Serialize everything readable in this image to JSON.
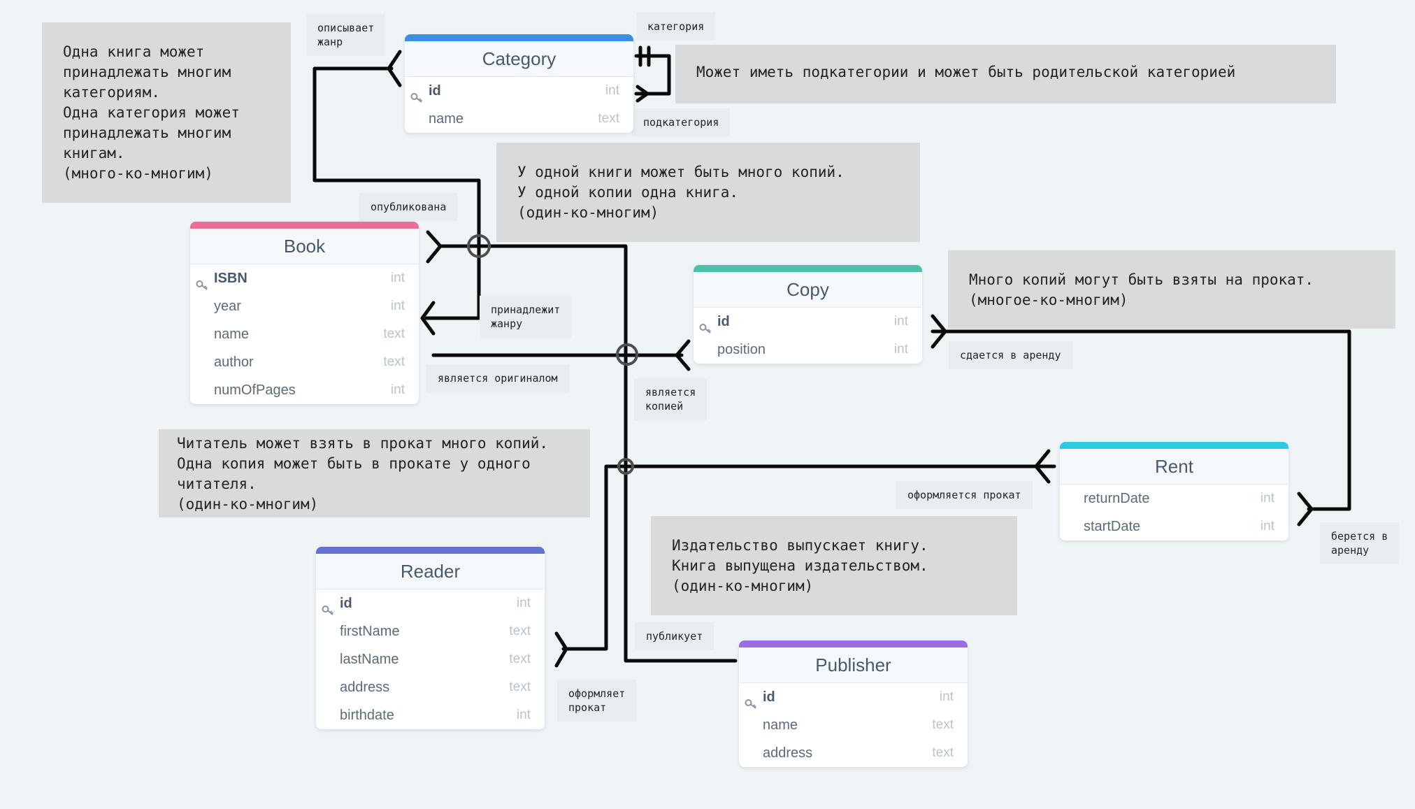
{
  "colors": {
    "category": "#3b8fdf",
    "book": "#ec6e97",
    "copy": "#4fbfa7",
    "rent": "#2ccbe0",
    "reader": "#6274cf",
    "publisher": "#9a6be2",
    "note_bg": "#d9dbdb",
    "line": "#0a0a0a"
  },
  "tables": {
    "category": {
      "name": "Category",
      "fields": [
        {
          "name": "id",
          "type": "int",
          "pk": true
        },
        {
          "name": "name",
          "type": "text",
          "pk": false
        }
      ]
    },
    "book": {
      "name": "Book",
      "fields": [
        {
          "name": "ISBN",
          "type": "int",
          "pk": true
        },
        {
          "name": "year",
          "type": "int",
          "pk": false
        },
        {
          "name": "name",
          "type": "text",
          "pk": false
        },
        {
          "name": "author",
          "type": "text",
          "pk": false
        },
        {
          "name": "numOfPages",
          "type": "int",
          "pk": false
        }
      ]
    },
    "copy": {
      "name": "Copy",
      "fields": [
        {
          "name": "id",
          "type": "int",
          "pk": true
        },
        {
          "name": "position",
          "type": "int",
          "pk": false
        }
      ]
    },
    "rent": {
      "name": "Rent",
      "fields": [
        {
          "name": "returnDate",
          "type": "int",
          "pk": false
        },
        {
          "name": "startDate",
          "type": "int",
          "pk": false
        }
      ]
    },
    "reader": {
      "name": "Reader",
      "fields": [
        {
          "name": "id",
          "type": "int",
          "pk": true
        },
        {
          "name": "firstName",
          "type": "text",
          "pk": false
        },
        {
          "name": "lastName",
          "type": "text",
          "pk": false
        },
        {
          "name": "address",
          "type": "text",
          "pk": false
        },
        {
          "name": "birthdate",
          "type": "int",
          "pk": false
        }
      ]
    },
    "publisher": {
      "name": "Publisher",
      "fields": [
        {
          "name": "id",
          "type": "int",
          "pk": true
        },
        {
          "name": "name",
          "type": "text",
          "pk": false
        },
        {
          "name": "address",
          "type": "text",
          "pk": false
        }
      ]
    }
  },
  "notes": {
    "book_category": "Одна книга может\nпринадлежать многим\nкатегориям.\nОдна категория может\nпринадлежать многим\nкнигам.\n(много-ко-многим)",
    "subcategory": "Может иметь подкатегории и может быть родительской категорией",
    "book_copy": "У одной книги может быть много копий.\nУ одной копии одна книга.\n(один-ко-многим)",
    "copy_rent": "Много копий могут быть взяты на прокат.\n(многое-ко-многим)",
    "reader_rent": "Читатель может взять в прокат много копий.\nОдна копия может быть в прокате у одного\nчитателя.\n(один-ко-многим)",
    "publisher_book": "Издательство выпускает книгу.\nКнига выпущена издательством.\n(один-ко-многим)"
  },
  "labels": {
    "describes_genre": "описывает\nжанр",
    "category": "категория",
    "subcategory": "подкатегория",
    "published": "опубликована",
    "belongs_genre": "принадлежит\nжанру",
    "is_original": "является оригиналом",
    "is_copy": "является\nкопией",
    "rented_out": "сдается в аренду",
    "rent_issued": "оформляется прокат",
    "taken_for_rent": "берется в\nаренду",
    "publishes": "публикует",
    "issues_rent": "оформляет\nпрокат"
  }
}
